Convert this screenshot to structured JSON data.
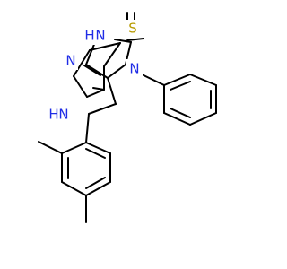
{
  "atoms": {
    "thione_s": {
      "element": "S",
      "label": "S",
      "color": "#b89b00"
    },
    "triazole_n1": {
      "element": "N",
      "label": "N",
      "hydrogen_label": "H",
      "color": "#1f2ce6"
    },
    "triazole_n2": {
      "element": "N",
      "label": "N",
      "color": "#1f2ce6"
    },
    "triazole_n4": {
      "element": "N",
      "label": "N",
      "color": "#1f2ce6"
    },
    "amine_n": {
      "element": "N",
      "label": "N",
      "hydrogen_label": "H",
      "color": "#1f2ce6"
    }
  },
  "bond_color": "#000000"
}
